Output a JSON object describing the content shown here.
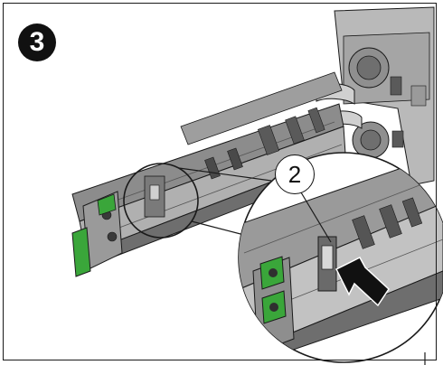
{
  "diagram": {
    "step_number": "3",
    "callout_label": "2"
  },
  "colors": {
    "rail_dark": "#4a4a4a",
    "rail_mid": "#8c8c8c",
    "rail_light": "#c8c8c8",
    "server_gray": "#b4b4b4",
    "release_tab_green": "#3aa63a",
    "outline": "#1a1a1a"
  },
  "icons": [
    "step-badge",
    "push-arrow-icon",
    "magnifier-circle"
  ]
}
